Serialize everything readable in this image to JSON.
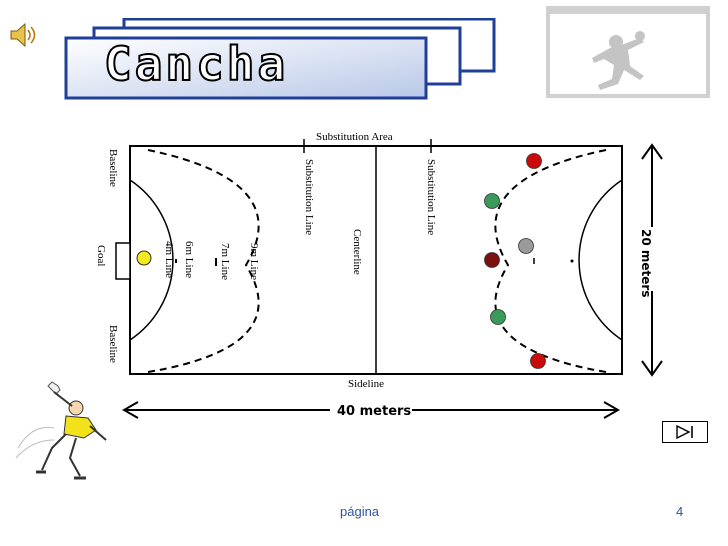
{
  "slide": {
    "title": "Cancha",
    "footer_label": "página",
    "page_number": "4"
  },
  "court": {
    "labels": {
      "substitution_area": "Substitution Area",
      "baseline_top": "Baseline",
      "baseline_bottom": "Baseline",
      "goal": "Goal",
      "line_9m": "9m Line",
      "line_7m": "7m Line",
      "line_6m": "6m Line",
      "line_4m": "4m Line",
      "substitution_line_left": "Substitution Line",
      "substitution_line_right": "Substitution Line",
      "centerline": "Centerline",
      "sideline": "Sideline",
      "width_dimension": "20 meters",
      "length_dimension": "40 meters"
    },
    "colors": {
      "attacker": "#cc0a0a",
      "attacker_dark": "#7a1010",
      "defender": "#3a9a5a",
      "ball": "#f4ea22",
      "goalkeeper": "#9a9a9a"
    }
  },
  "icons": {
    "speaker": "speaker-icon",
    "logo": "handball-logo-icon",
    "player": "handball-thrower-icon",
    "next": "skip-next-icon"
  },
  "title_panel_color": "#1f3f9a"
}
